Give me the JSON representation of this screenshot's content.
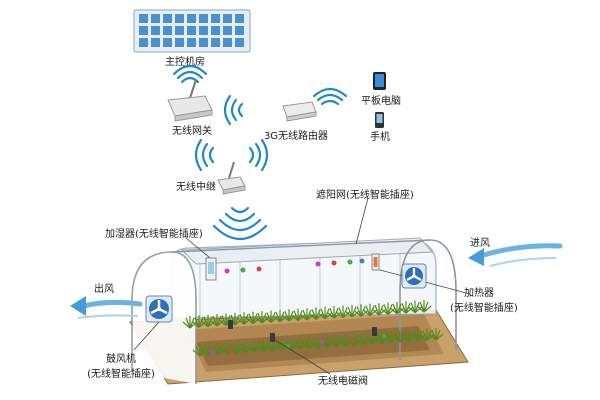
{
  "labels": {
    "control_room": "主控机房",
    "gateway": "无线网关",
    "router": "3G无线路由器",
    "tablet": "平板电脑",
    "phone": "手机",
    "repeater": "无线中继",
    "sunshade": "遮阳网(无线智能插座)",
    "humidifier": "加湿器(无线智能插座)",
    "air_in": "进风",
    "air_out": "出风",
    "heater_line1": "加热器",
    "heater_line2": "(无线智能插座)",
    "blower_line1": "鼓风机",
    "blower_line2": "(无线智能插座)",
    "valve": "无线电磁阀"
  },
  "colors": {
    "wifi": "#1e88c8",
    "server": "#dbe9f6",
    "server_tile": "#4a90d0",
    "greenhouse_frame": "#9aa4ad",
    "soil": "#c8a26a",
    "soil_dark": "#7a5a2e",
    "plant": "#4f8a1e",
    "fan": "#2f6fb5",
    "air_arrow": "#6ab2e0"
  }
}
